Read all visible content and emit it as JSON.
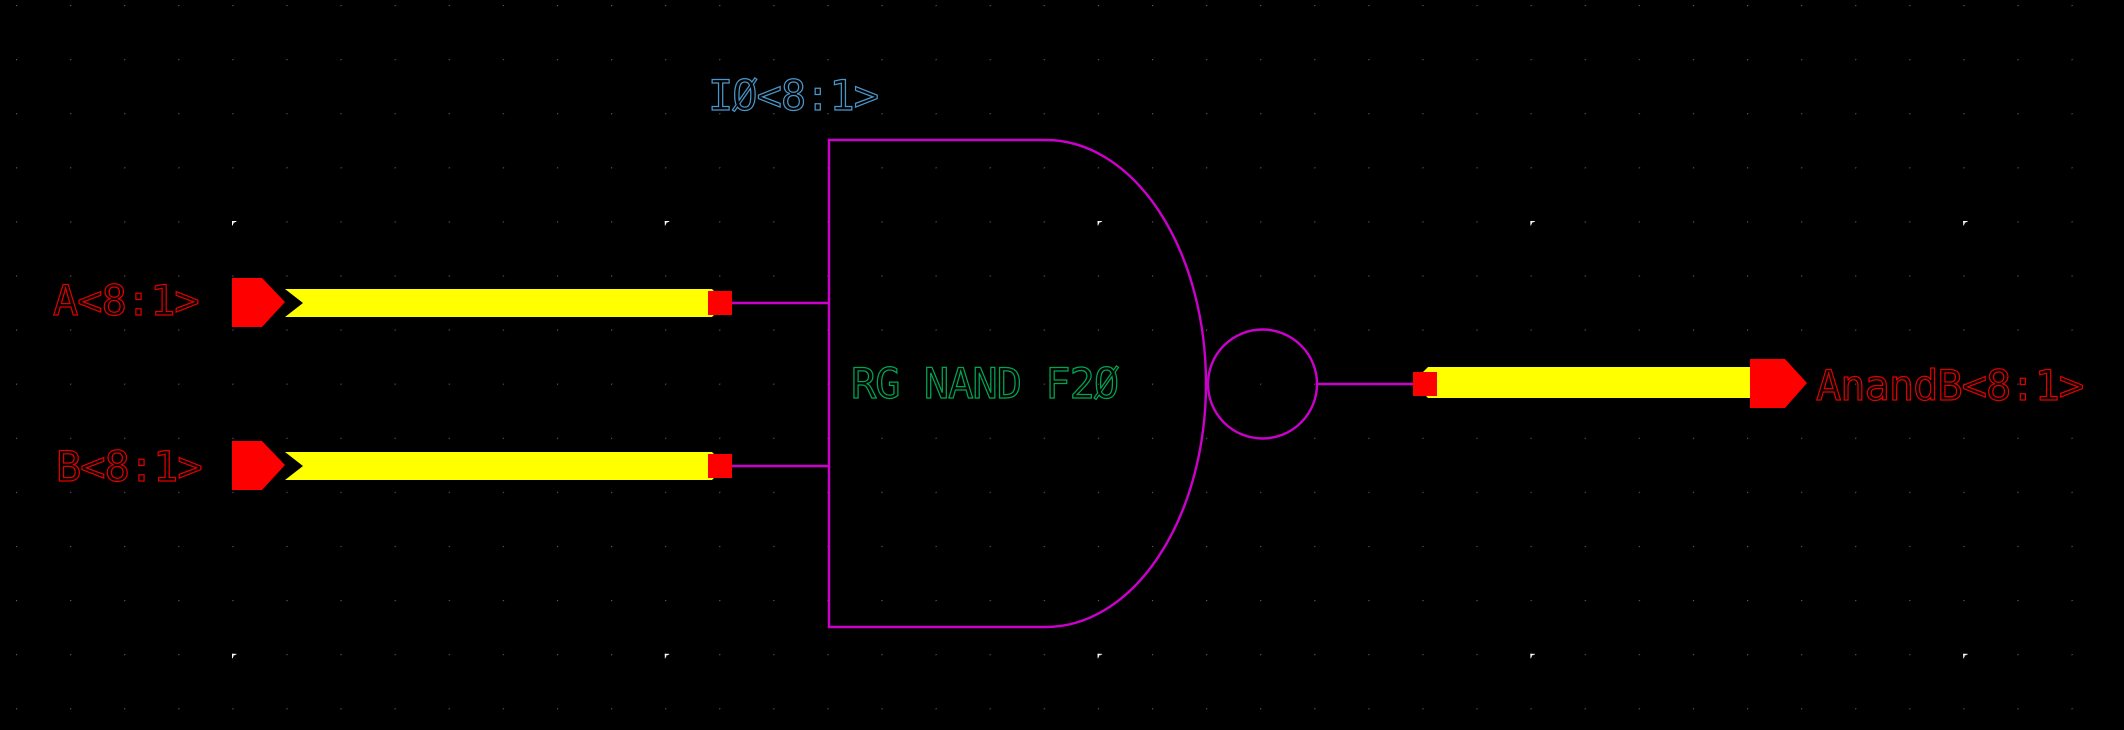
{
  "editor": {
    "view": "schematic-canvas",
    "background": "#000000",
    "grid_dot_color": "#5c5e74",
    "major_dot_color": "#ffffff"
  },
  "instance": {
    "name": "IØ<8:1>",
    "cell_label": "RG NAND F2Ø",
    "symbol": "nand-gate-with-inversion-bubble",
    "outline_color": "#CC00CC"
  },
  "nets": {
    "input_a": {
      "label": "A<8:1>",
      "direction": "input",
      "label_color": "#DE0000",
      "bus_color": "#FFFF00",
      "pin_color": "#FF0000"
    },
    "input_b": {
      "label": "B<8:1>",
      "direction": "input",
      "label_color": "#DE0000",
      "bus_color": "#FFFF00",
      "pin_color": "#FF0000"
    },
    "output": {
      "label": "AnandB<8:1>",
      "direction": "output",
      "label_color": "#DE0000",
      "bus_color": "#FFFF00",
      "pin_color": "#FF0000"
    }
  }
}
